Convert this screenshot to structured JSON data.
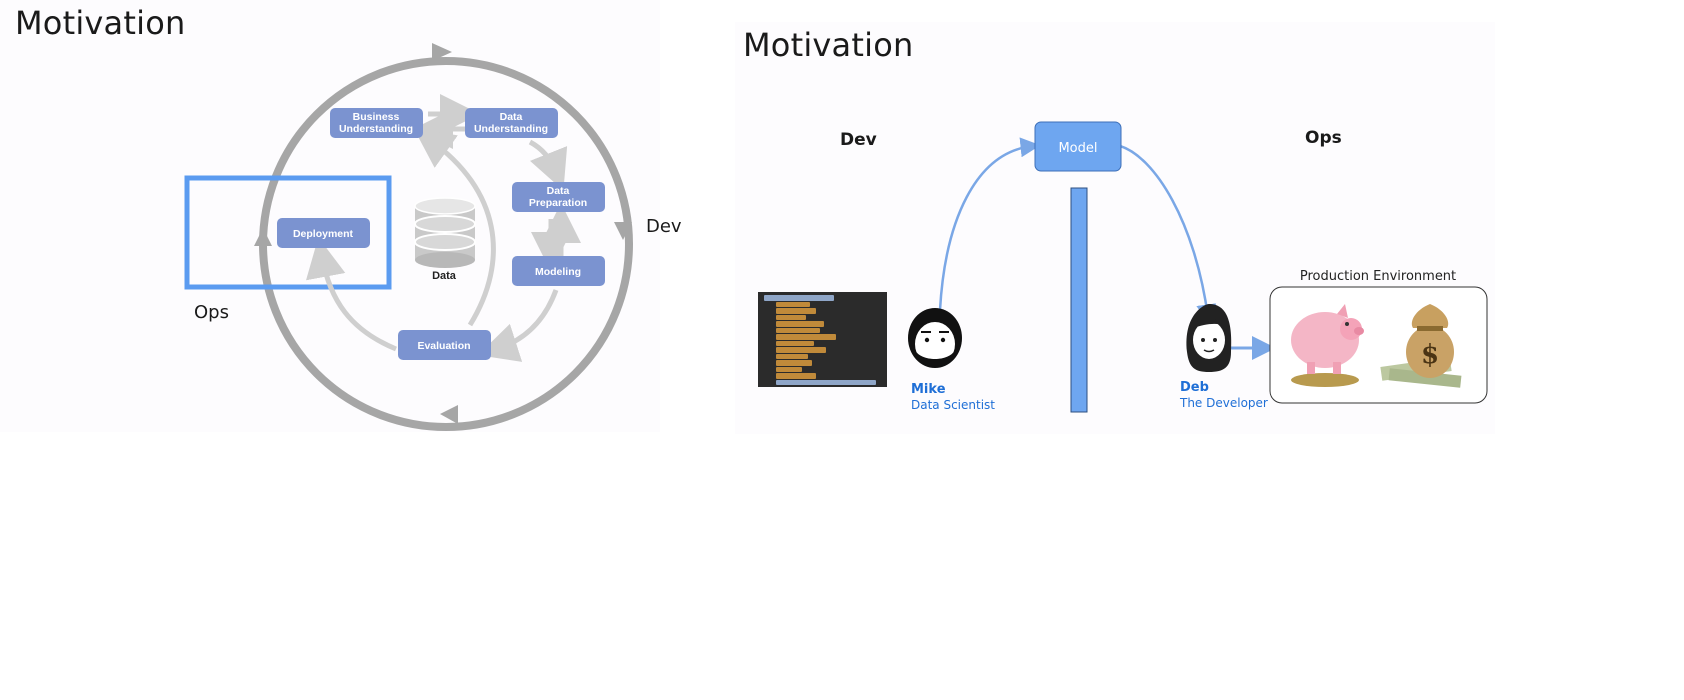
{
  "left": {
    "title": "Motivation",
    "ops_label": "Ops",
    "dev_label": "Dev",
    "data_label": "Data",
    "boxes": {
      "business": [
        "Business",
        "Understanding"
      ],
      "data_understanding": [
        "Data",
        "Understanding"
      ],
      "data_preparation": [
        "Data",
        "Preparation"
      ],
      "modeling": "Modeling",
      "evaluation": "Evaluation",
      "deployment": "Deployment"
    }
  },
  "right": {
    "title": "Motivation",
    "dev_label": "Dev",
    "ops_label": "Ops",
    "model_label": "Model",
    "production_label": "Production Environment",
    "mike_name": "Mike",
    "mike_role": "Data Scientist",
    "deb_name": "Deb",
    "deb_role": "The Developer"
  },
  "colors": {
    "box_fill": "#7b93d0",
    "circle": "#a6a6a6",
    "light_arrow": "#cfcfcf",
    "ops_frame": "#5b9bf0",
    "model_fill": "#6ea6f0",
    "person_text": "#1f6fd6"
  }
}
